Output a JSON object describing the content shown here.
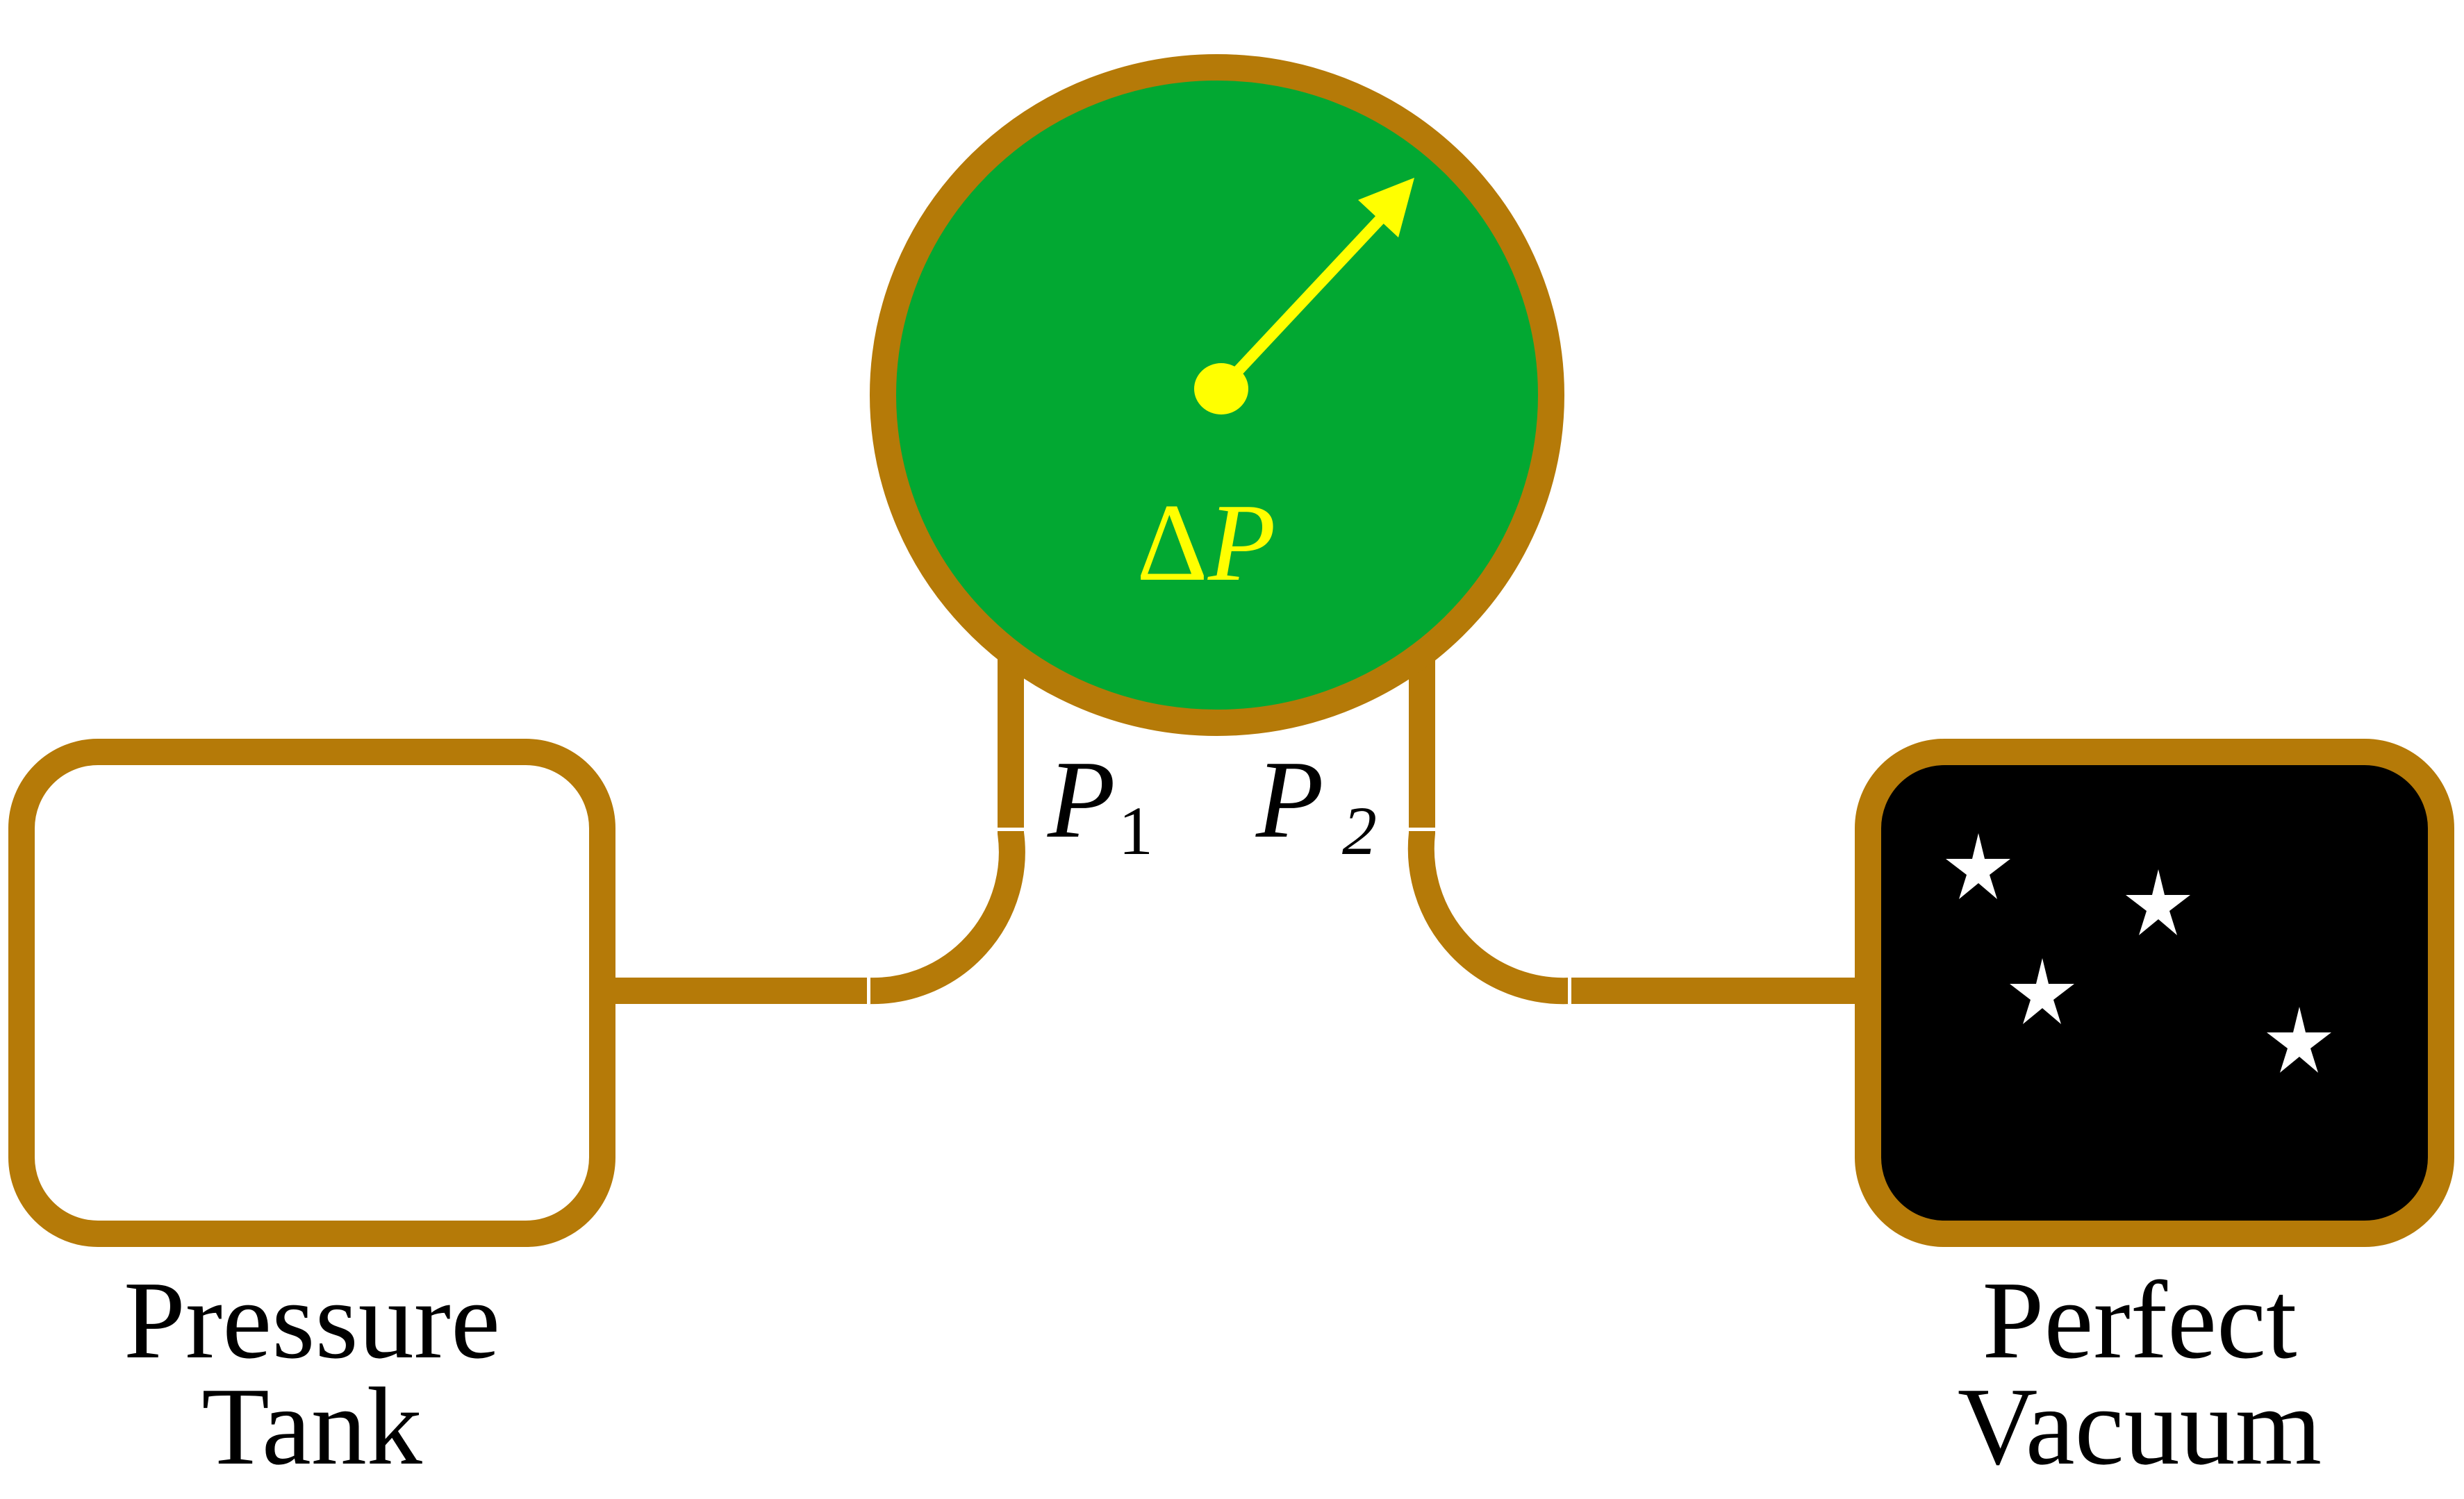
{
  "gauge": {
    "symbol_delta": "Δ",
    "symbol_p": "P"
  },
  "ports": {
    "p1_main": "P",
    "p1_sub": "1",
    "p2_main": "P",
    "p2_sub": "2"
  },
  "left_tank": {
    "line1": "Pressure",
    "line2": "Tank"
  },
  "right_tank": {
    "line1": "Perfect",
    "line2": "Vacuum"
  },
  "colors": {
    "pipe": "#b57a08",
    "gauge_face": "#02a832",
    "needle": "#ffff00",
    "vacuum": "#000000",
    "star": "#ffffff",
    "text": "#000000"
  },
  "icons": [
    "gauge-icon",
    "needle-arrow-icon",
    "star-icon"
  ]
}
